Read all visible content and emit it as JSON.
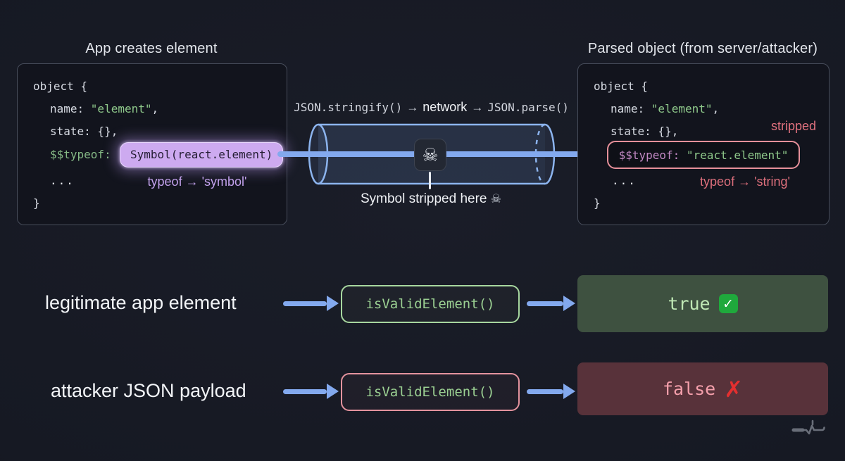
{
  "left_panel": {
    "title": "App creates element",
    "code": {
      "open": "object {",
      "name_key": "name: ",
      "name_value": "\"element\"",
      "name_comma": ",",
      "state_line": "state: {},",
      "typeof_key": "$$typeof:",
      "symbol_value": "Symbol(react.element)",
      "typeof_note": "typeof → 'symbol'",
      "ellipsis": "...",
      "close": "}"
    }
  },
  "pipe": {
    "stringify": "JSON.stringify()",
    "arrow": "→",
    "network": "network",
    "parse": "JSON.parse()",
    "skull": "☠",
    "caption": "Symbol stripped here ",
    "caption_skull": "☠"
  },
  "right_panel": {
    "title": "Parsed object (from server/attacker)",
    "stripped_label": "stripped",
    "code": {
      "open": "object {",
      "name_key": "name: ",
      "name_value": "\"element\"",
      "name_comma": ",",
      "state_line": "state: {},",
      "typeof_key": "$$typeof: ",
      "string_value": "\"react.element\"",
      "typeof_note": "typeof → 'string'",
      "ellipsis": "...",
      "close": "}"
    }
  },
  "flows": {
    "valid": {
      "label": "legitimate app element",
      "check": "isValidElement()",
      "result": "true",
      "icon": "✓"
    },
    "invalid": {
      "label": "attacker JSON payload",
      "check": "isValidElement()",
      "result": "false",
      "icon": "✗"
    }
  },
  "colors": {
    "accent_blue": "#83a9ee",
    "purple_pill": "#cdaaf0",
    "purple_note": "#c2a1ec",
    "green_code": "#8fc98b",
    "red_note": "#dd6f7c",
    "true_bg": "#3e5140",
    "false_bg": "#58323a"
  }
}
